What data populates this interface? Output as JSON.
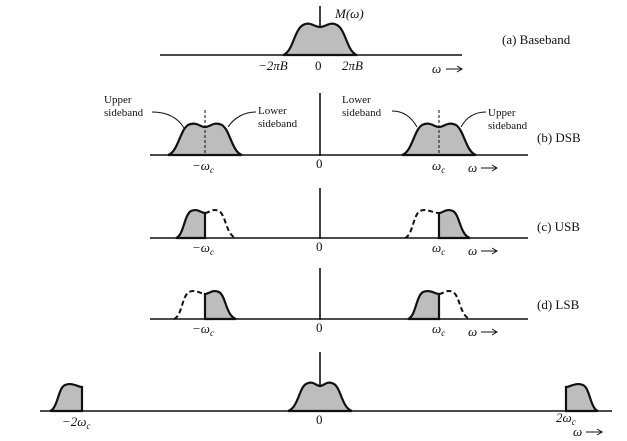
{
  "panels": {
    "a": {
      "caption": "(a) Baseband",
      "ylabel": "M(ω)",
      "tick_left": "−2πB",
      "tick_zero": "0",
      "tick_right": "2πB",
      "axis_var": "ω"
    },
    "b": {
      "caption": "(b) DSB",
      "tick_left": "−ω",
      "tick_zero": "0",
      "tick_right": "ω",
      "sub": "c",
      "axis_var": "ω",
      "upper_sideband_left": [
        "Upper",
        "sideband"
      ],
      "lower_sideband_left": [
        "Lower",
        "sideband"
      ],
      "lower_sideband_right": [
        "Lower",
        "sideband"
      ],
      "upper_sideband_right": [
        "Upper",
        "sideband"
      ]
    },
    "c": {
      "caption": "(c) USB",
      "tick_left": "−ω",
      "tick_zero": "0",
      "tick_right": "ω",
      "sub": "c",
      "axis_var": "ω"
    },
    "d": {
      "caption": "(d) LSB",
      "tick_left": "−ω",
      "tick_zero": "0",
      "tick_right": "ω",
      "sub": "c",
      "axis_var": "ω"
    },
    "e": {
      "tick_left": "−2ω",
      "tick_zero": "0",
      "tick_right": "2ω",
      "sub": "c",
      "axis_var": "ω"
    }
  }
}
